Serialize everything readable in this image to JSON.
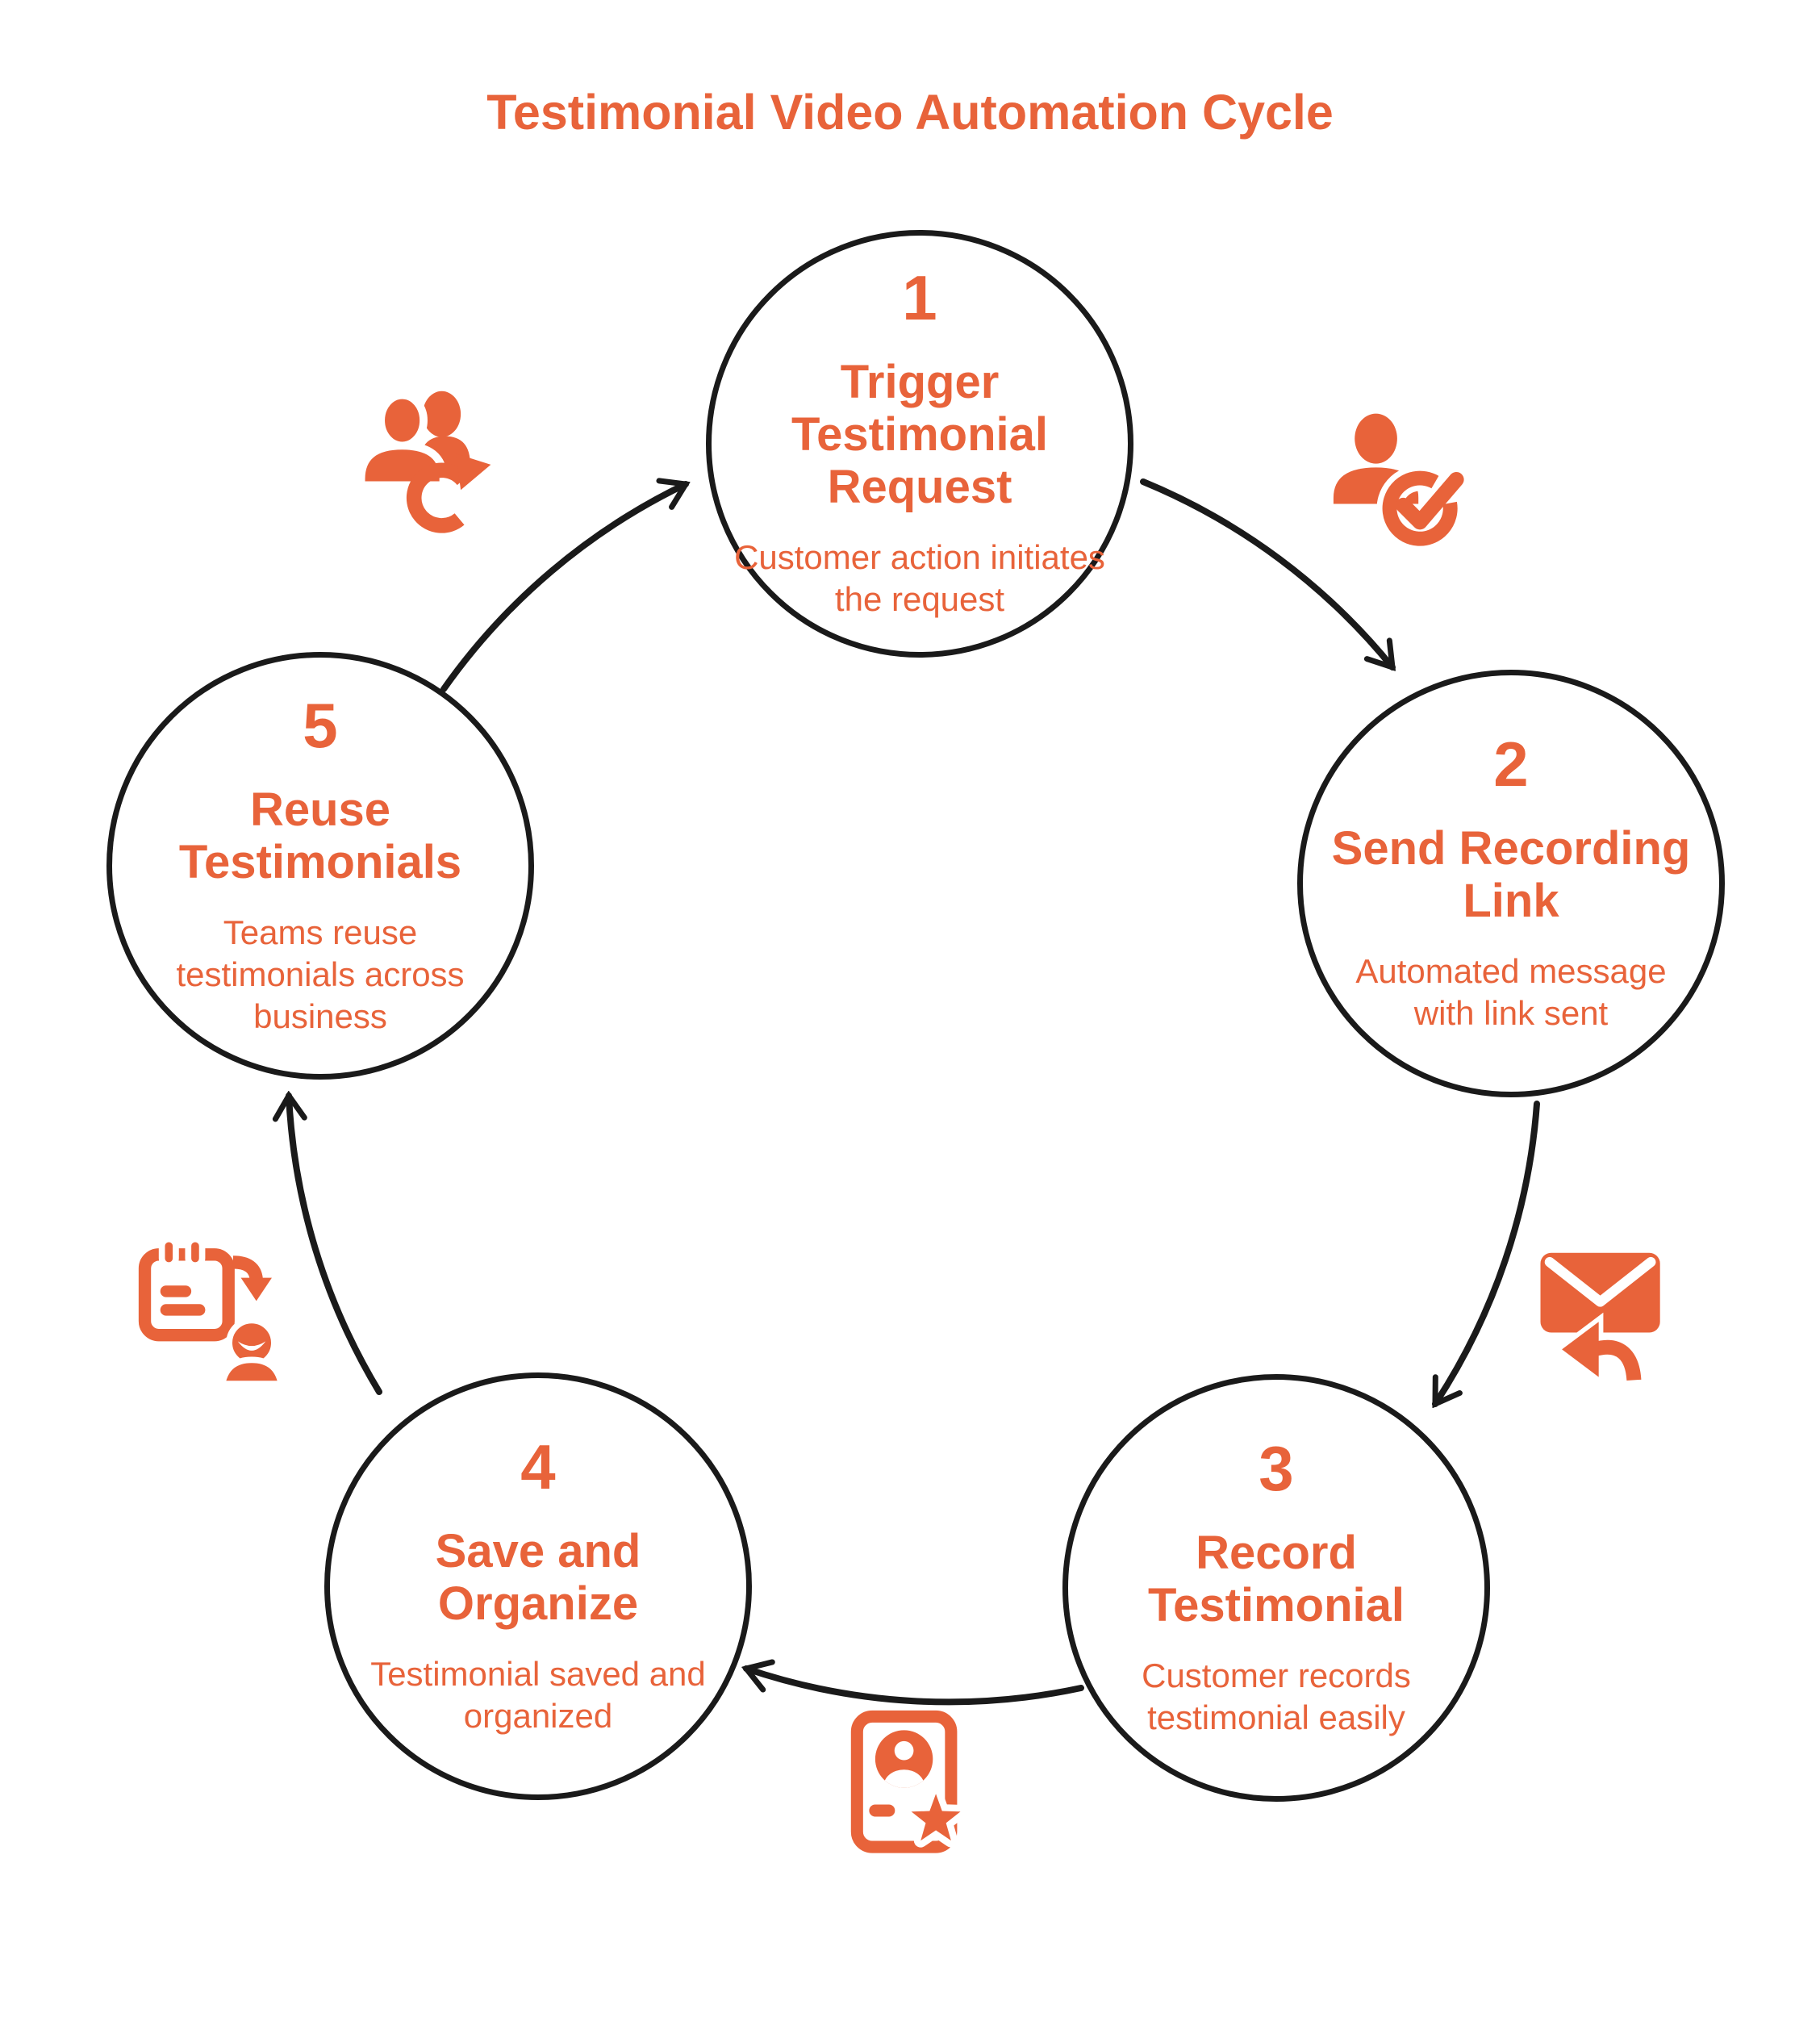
{
  "title": "Testimonial Video Automation Cycle",
  "colors": {
    "accent": "#E8633A",
    "line": "#1a1a1a",
    "background": "#ffffff"
  },
  "steps": [
    {
      "number": "1",
      "title": "Trigger Testimonial Request",
      "description": "Customer action initiates the request"
    },
    {
      "number": "2",
      "title": "Send Recording Link",
      "description": "Automated message with link sent"
    },
    {
      "number": "3",
      "title": "Record Testimonial",
      "description": "Customer records testimonial easily"
    },
    {
      "number": "4",
      "title": "Save and Organize",
      "description": "Testimonial saved and organized"
    },
    {
      "number": "5",
      "title": "Reuse Testimonials",
      "description": "Teams reuse testimonials across business"
    }
  ],
  "connectors": [
    {
      "from": "1",
      "to": "2",
      "icon": "user-check-icon"
    },
    {
      "from": "2",
      "to": "3",
      "icon": "envelope-reply-icon"
    },
    {
      "from": "3",
      "to": "4",
      "icon": "id-card-star-icon"
    },
    {
      "from": "4",
      "to": "5",
      "icon": "clipboard-user-icon"
    },
    {
      "from": "5",
      "to": "1",
      "icon": "users-refresh-icon"
    }
  ]
}
